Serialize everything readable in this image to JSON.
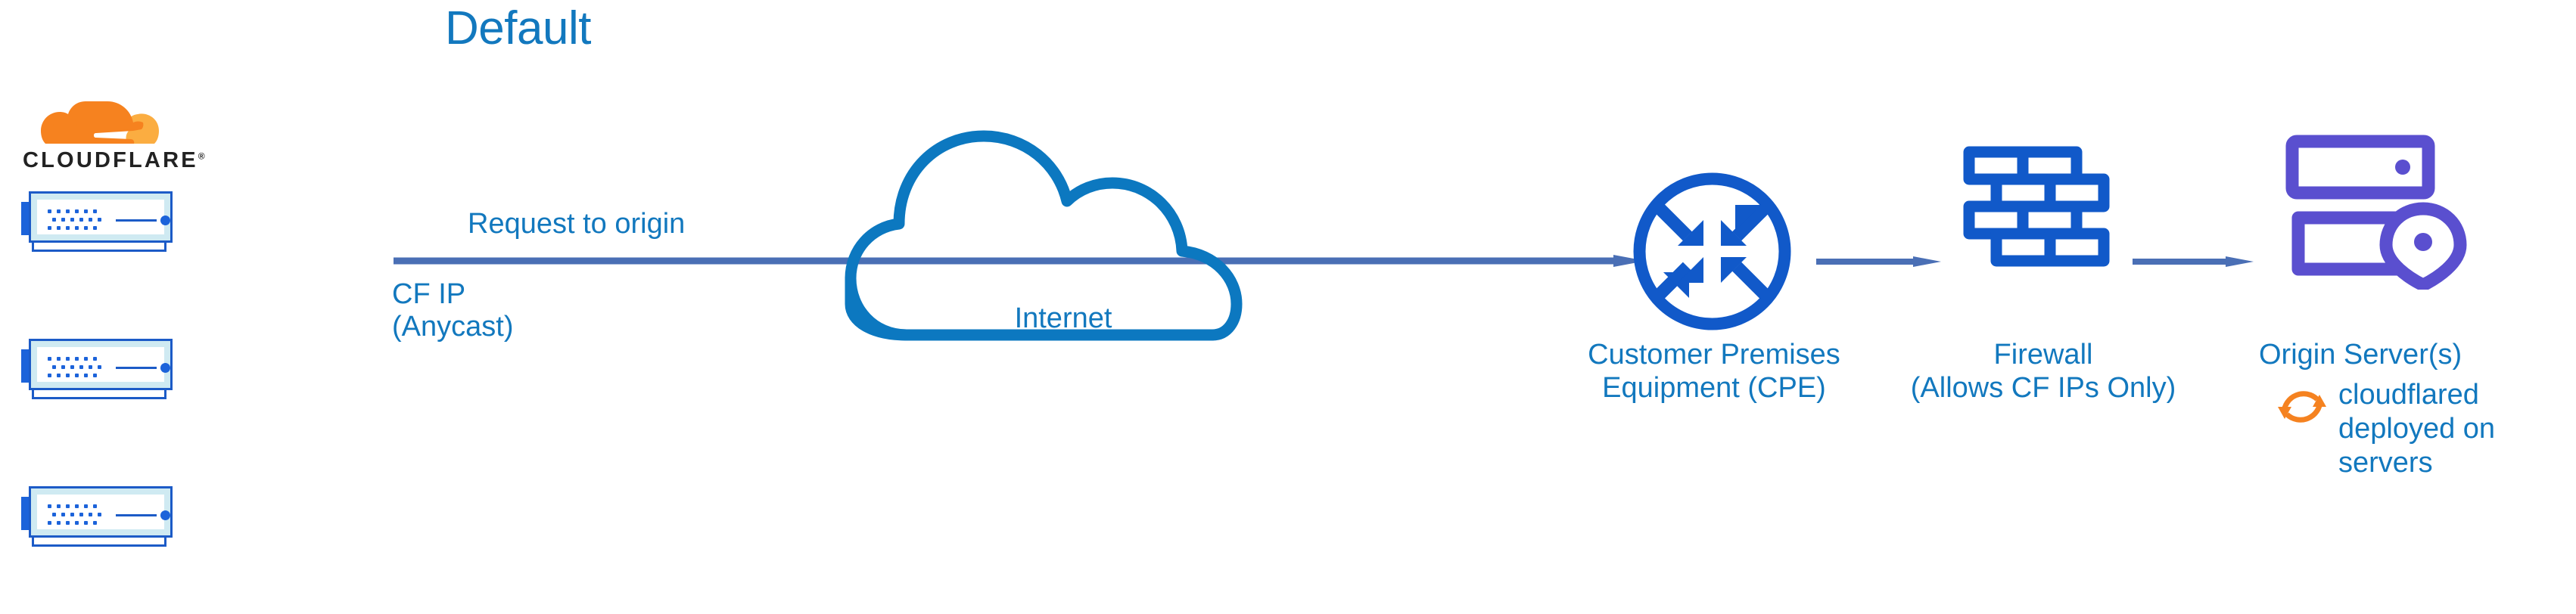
{
  "diagram": {
    "title": "Default",
    "colors": {
      "cf_blue": "#1278BE",
      "icon_blue": "#1C63DA",
      "arrow_blue": "#4A6FB5",
      "cloud_blue": "#0C78C0",
      "origin_purple": "#5A4FCF",
      "cf_orange": "#F6821F",
      "cf_orange_light": "#FBAD41",
      "server_panel": "#CFEAF2",
      "wordmark_black": "#222222"
    }
  },
  "cloudflare": {
    "logo_icon": "cloudflare-cloud-icon",
    "wordmark": "CLOUDFLARE",
    "registered_mark": "®",
    "servers": [
      {
        "icon": "server-unit-icon",
        "dot_rows": 3,
        "dots_per_row": 6,
        "led": true
      },
      {
        "icon": "server-unit-icon",
        "dot_rows": 3,
        "dots_per_row": 6,
        "led": true
      },
      {
        "icon": "server-unit-icon",
        "dot_rows": 3,
        "dots_per_row": 6,
        "led": true
      }
    ]
  },
  "flow": {
    "request_label": "Request to origin",
    "cf_ip_line1": "CF IP",
    "cf_ip_line2": "(Anycast)",
    "main_arrow": "arrow-right-icon",
    "arrow_cpe_to_firewall": "arrow-right-icon",
    "arrow_firewall_to_origin": "arrow-right-icon"
  },
  "internet": {
    "label": "Internet",
    "icon": "cloud-outline-icon"
  },
  "cpe": {
    "icon": "router-icon",
    "label_line1": "Customer Premises",
    "label_line2": "Equipment (CPE)"
  },
  "firewall": {
    "icon": "brick-wall-icon",
    "label_line1": "Firewall",
    "label_line2": "(Allows CF IPs Only)"
  },
  "origin": {
    "icon": "server-rack-pin-icon",
    "label": "Origin Server(s)",
    "cloudflared_icon": "refresh-cycle-icon",
    "cloudflared_line1": "cloudflared",
    "cloudflared_line2": "deployed on",
    "cloudflared_line3": "servers"
  }
}
